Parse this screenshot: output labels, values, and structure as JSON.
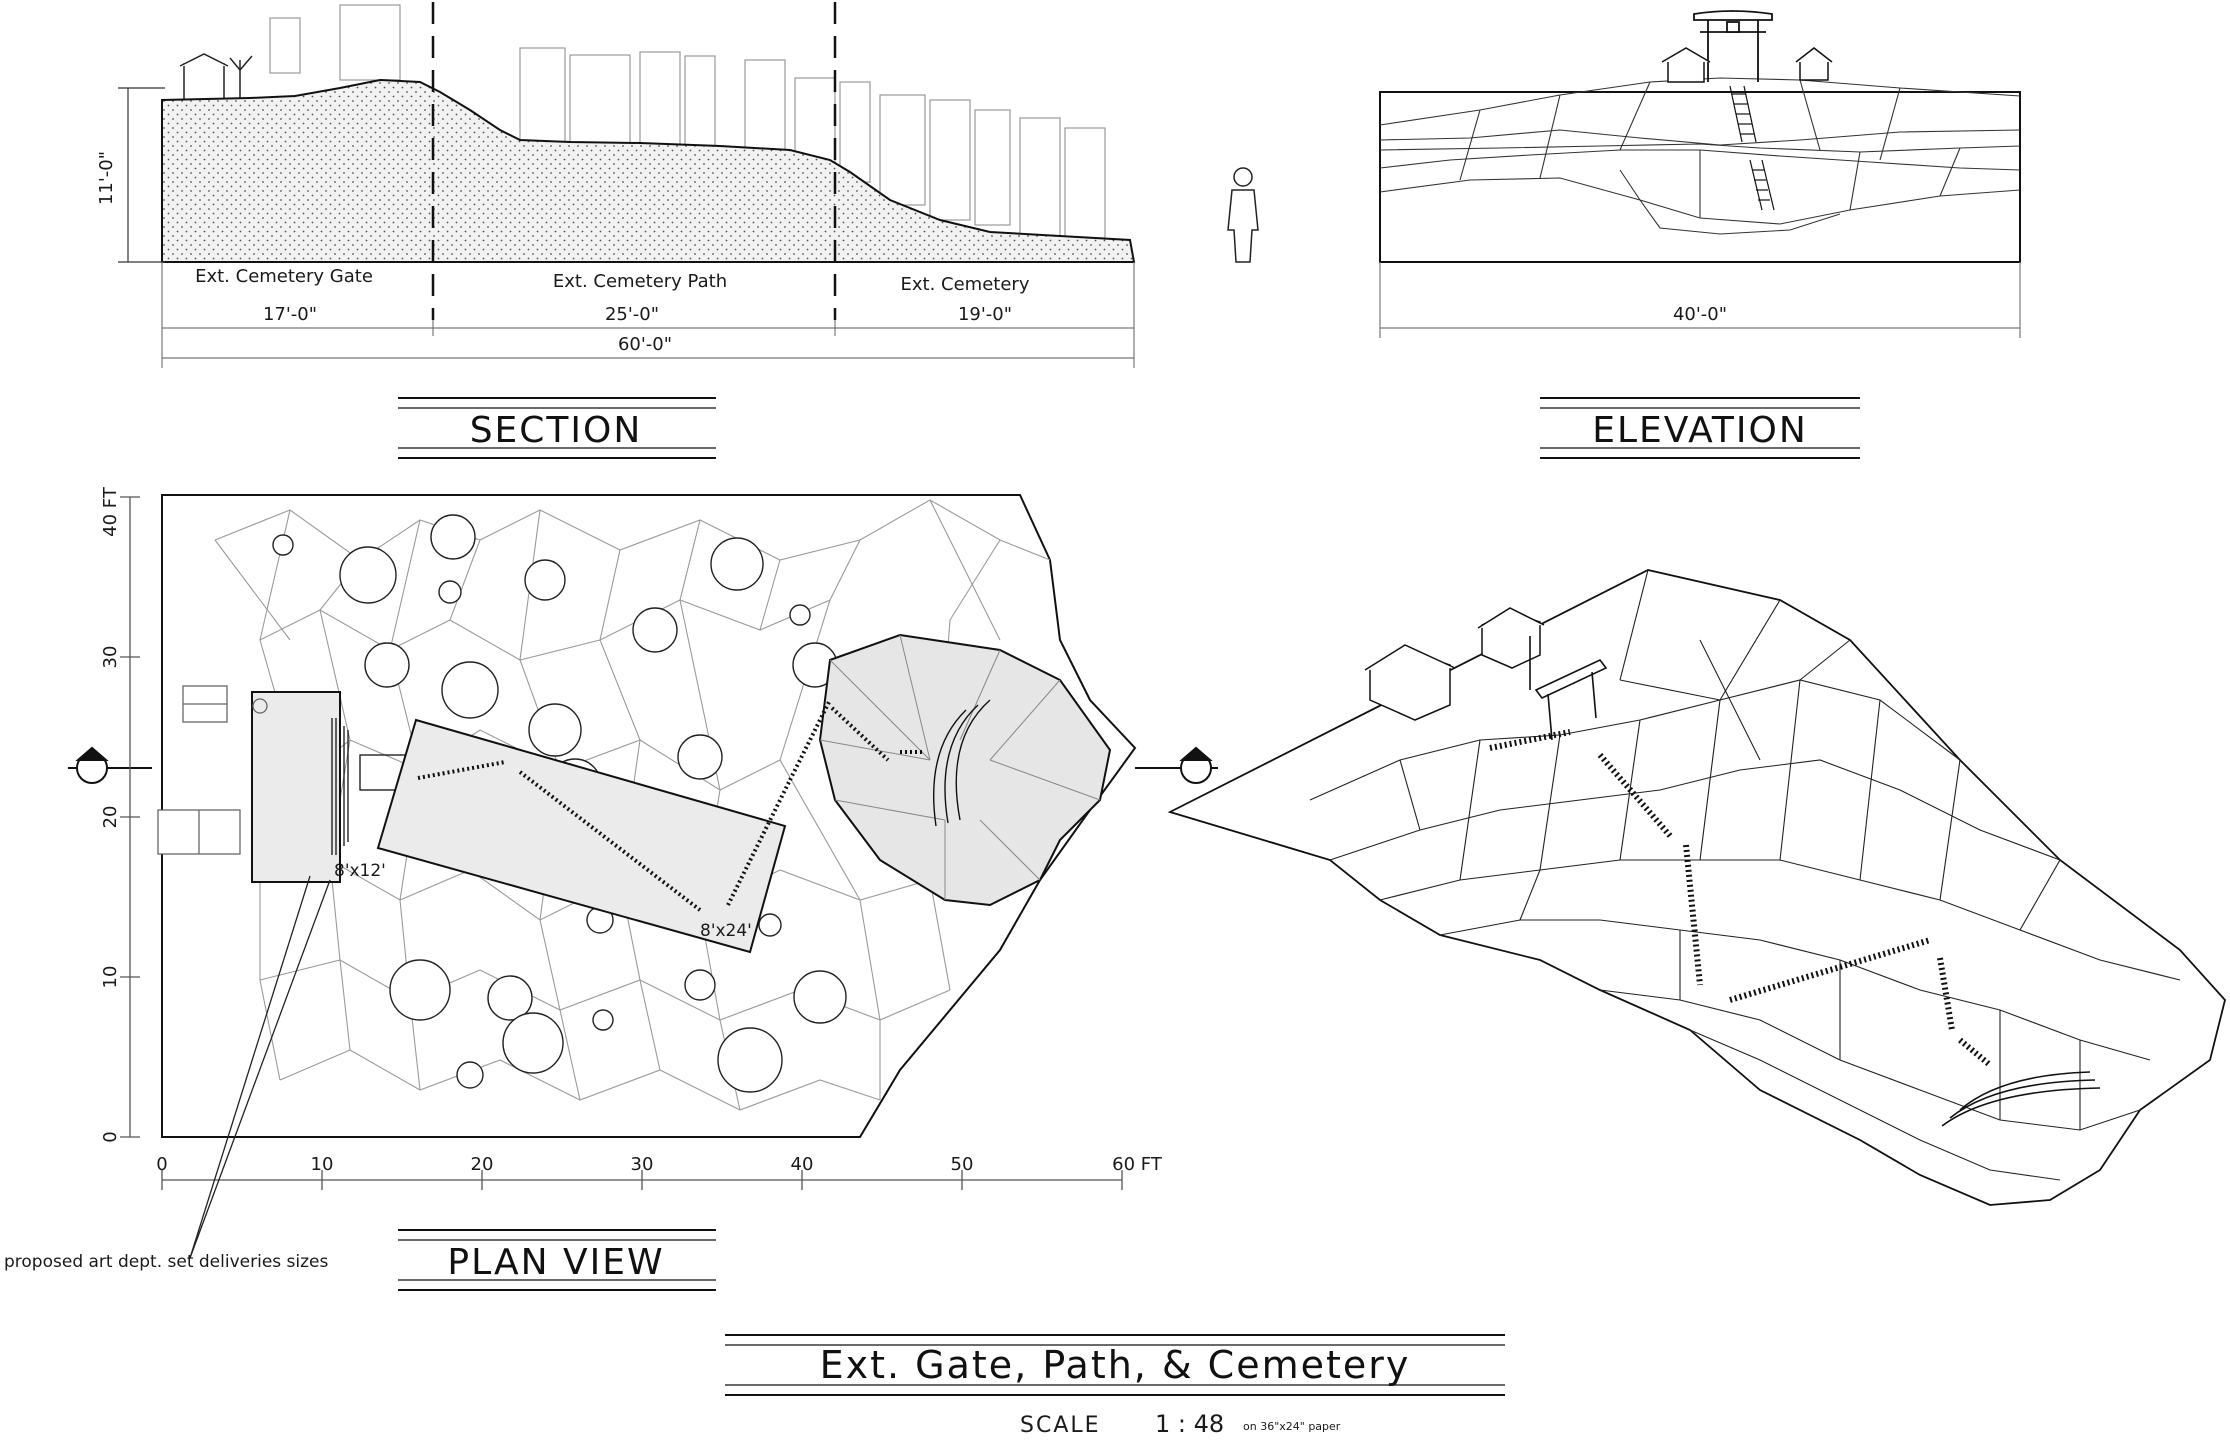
{
  "section": {
    "title": "SECTION",
    "height_dim": "11'-0\"",
    "zones": [
      {
        "label": "Ext. Cemetery Gate",
        "dim": "17'-0\""
      },
      {
        "label": "Ext. Cemetery Path",
        "dim": "25'-0\""
      },
      {
        "label": "Ext. Cemetery",
        "dim": "19'-0\""
      }
    ],
    "total_dim": "60'-0\""
  },
  "elevation": {
    "title": "ELEVATION",
    "width_dim": "40'-0\""
  },
  "plan": {
    "title": "PLAN VIEW",
    "x_ticks": [
      "0",
      "10",
      "20",
      "30",
      "40",
      "50",
      "60 FT"
    ],
    "y_ticks": [
      "0",
      "10",
      "20",
      "30",
      "40 FT"
    ],
    "box_small": "8'x12'",
    "box_large": "8'x24'",
    "callout": "proposed art dept. set deliveries sizes"
  },
  "sheet": {
    "title": "Ext. Gate, Path, & Cemetery",
    "scale_label": "SCALE",
    "scale_value": "1 : 48",
    "paper_note": "on 36\"x24\" paper"
  }
}
